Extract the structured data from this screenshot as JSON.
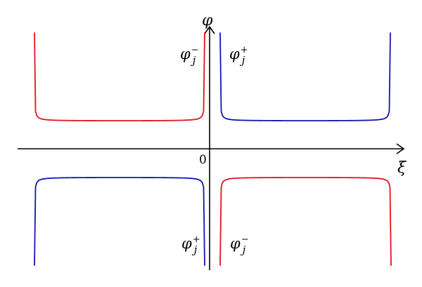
{
  "axes": {
    "horizontal_label": "ξ",
    "vertical_label": "φ",
    "origin_label": "0"
  },
  "colors": {
    "minus_branch": "#e0141e",
    "plus_branch": "#1414b4",
    "axes": "#000000"
  },
  "curves": [
    {
      "id": "left-upper",
      "color_key": "minus_branch"
    },
    {
      "id": "right-upper",
      "color_key": "plus_branch"
    },
    {
      "id": "left-lower",
      "color_key": "plus_branch"
    },
    {
      "id": "right-lower",
      "color_key": "minus_branch"
    }
  ],
  "labels": {
    "upper_left": {
      "base": "φ",
      "sup": "−",
      "sub": "j"
    },
    "upper_right": {
      "base": "φ",
      "sup": "+",
      "sub": "j"
    },
    "lower_left": {
      "base": "φ",
      "sup": "+",
      "sub": "j"
    },
    "lower_right": {
      "base": "φ",
      "sup": "−",
      "sub": "j"
    }
  }
}
